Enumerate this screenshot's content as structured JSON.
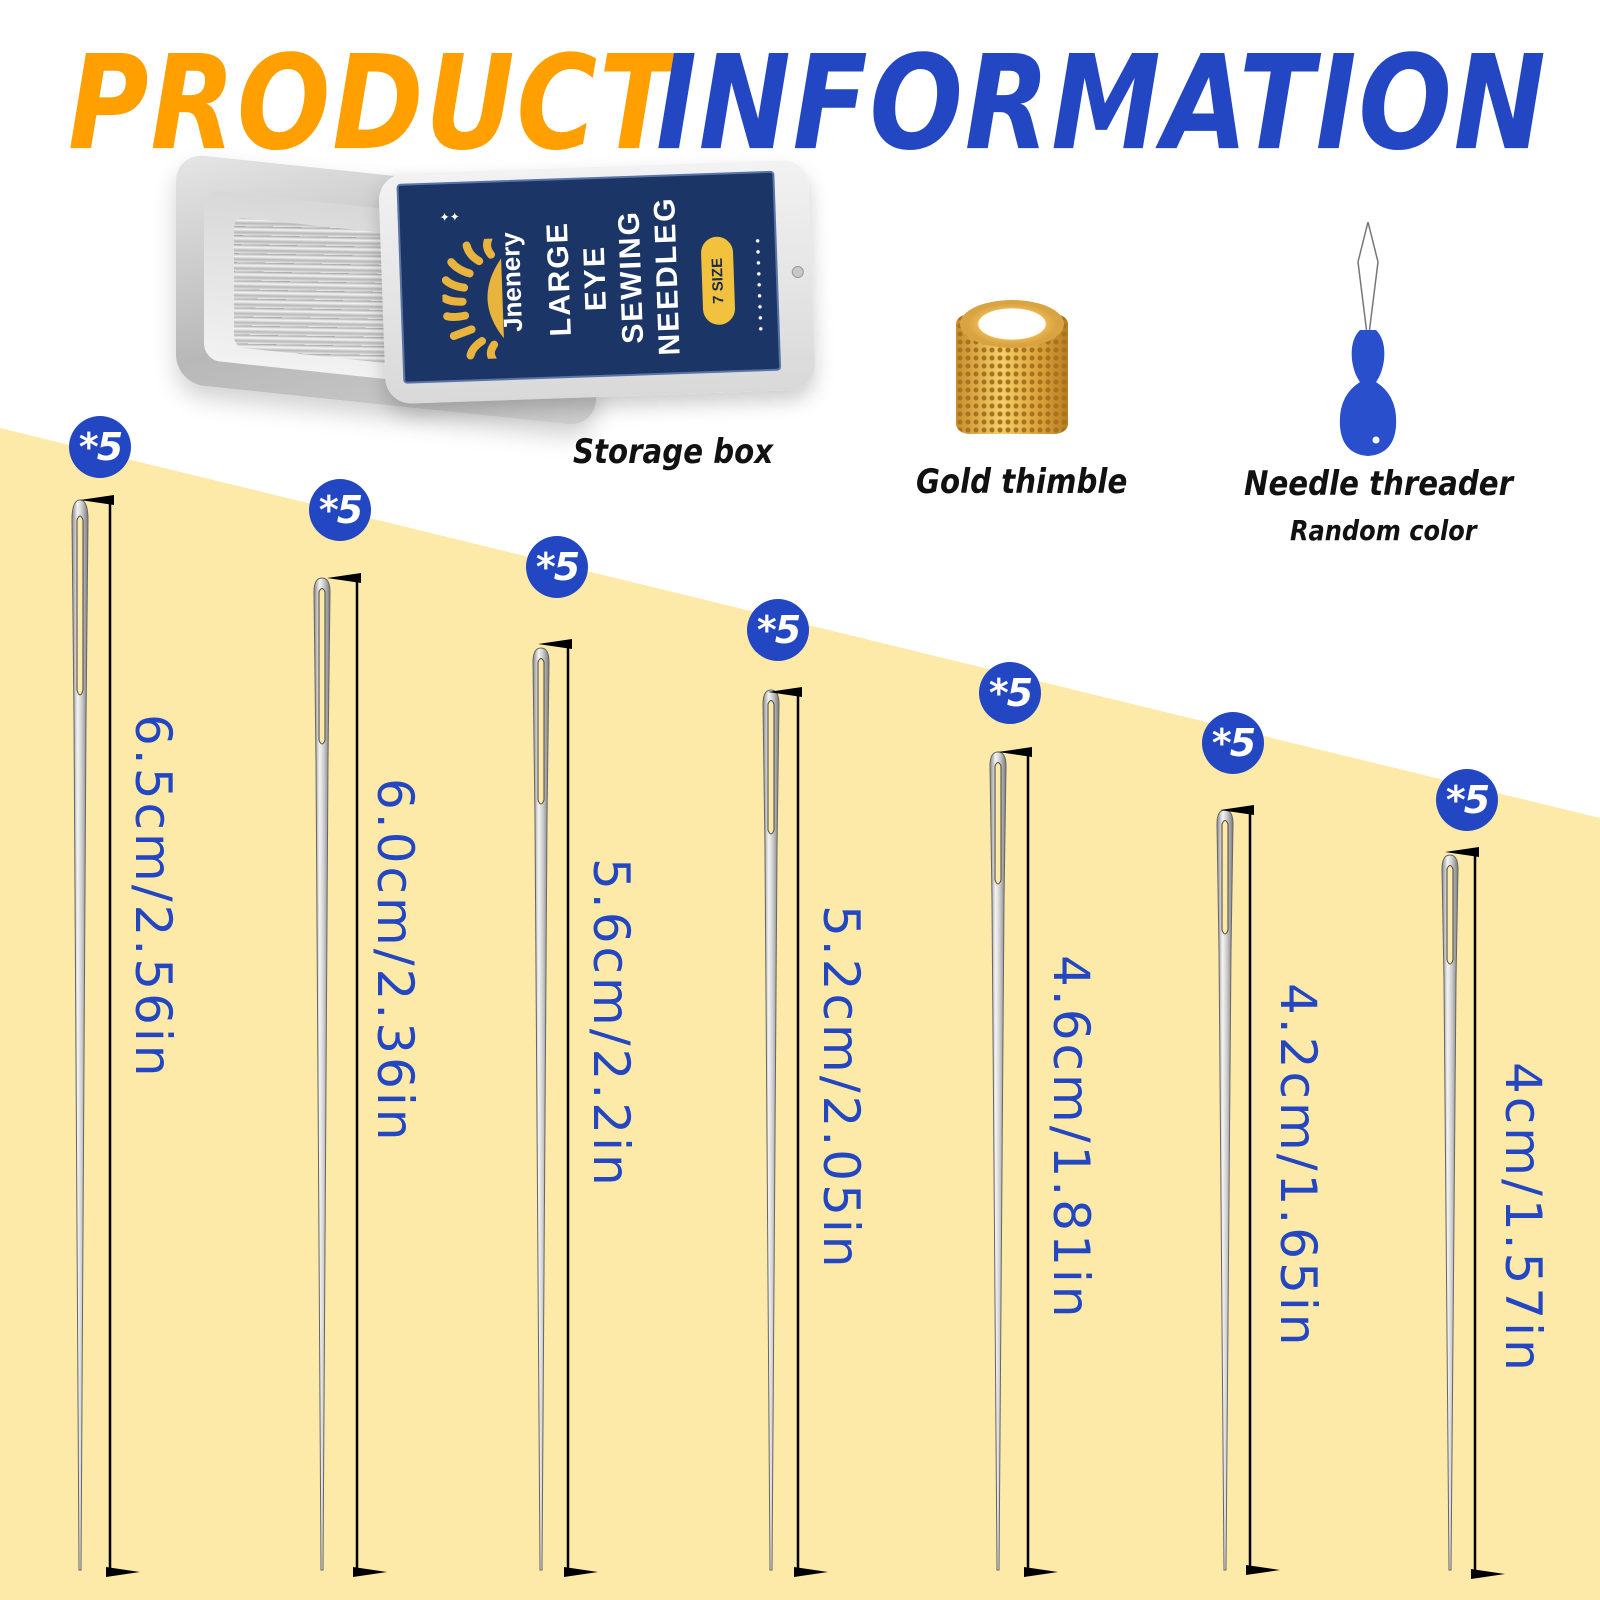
{
  "header": {
    "title_part1": "PRODUCT",
    "title_part2": "INFORMATION",
    "colors": {
      "part1": "#ff9f00",
      "part2": "#2346c2"
    }
  },
  "accessories": [
    {
      "name": "Storage box",
      "lid": {
        "brand": "Jnenery",
        "title_lines": [
          "LARGE EYE",
          "SEWING",
          "NEEDLEG"
        ],
        "badge": "7 SIZE"
      }
    },
    {
      "name": "Gold thimble"
    },
    {
      "name": "Needle threader",
      "note": "Random color"
    }
  ],
  "needles": [
    {
      "quantity": "*5",
      "label": "6.5cm/2.56in"
    },
    {
      "quantity": "*5",
      "label": "6.0cm/2.36in"
    },
    {
      "quantity": "*5",
      "label": "5.6cm/2.2in"
    },
    {
      "quantity": "*5",
      "label": "5.2cm/2.05in"
    },
    {
      "quantity": "*5",
      "label": "4.6cm/1.81in"
    },
    {
      "quantity": "*5",
      "label": "4.2cm/1.65in"
    },
    {
      "quantity": "*5",
      "label": "4cm/1.57in"
    }
  ],
  "theme": {
    "background_top": "#ffffff",
    "background_bottom": "#fde9a8",
    "badge_color": "#2346c2",
    "label_color": "#2346c2"
  }
}
